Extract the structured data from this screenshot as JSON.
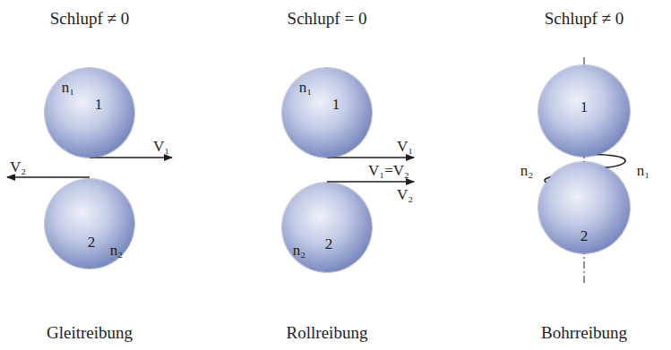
{
  "diagram": {
    "nodes": [
      {
        "text": [
          "1"
        ]
      },
      {
        "text": [
          "2"
        ]
      },
      {
        "text": [
          "1"
        ]
      },
      {
        "text": [
          "2"
        ]
      },
      {
        "text": [
          "1"
        ]
      },
      {
        "text": [
          "2"
        ]
      }
    ],
    "labels": [
      "Schlupf ≠ 0",
      "Schlupf = 0",
      "Schlupf ≠ 0",
      "n₁",
      "V₁",
      "V₂",
      "n₂",
      "n₁",
      "V₁",
      "V₁=V₂",
      "V₂",
      "n₂",
      "n₁",
      "n₂",
      "Gleitreibung",
      "Rollreibung",
      "Bohrreibung"
    ]
  }
}
